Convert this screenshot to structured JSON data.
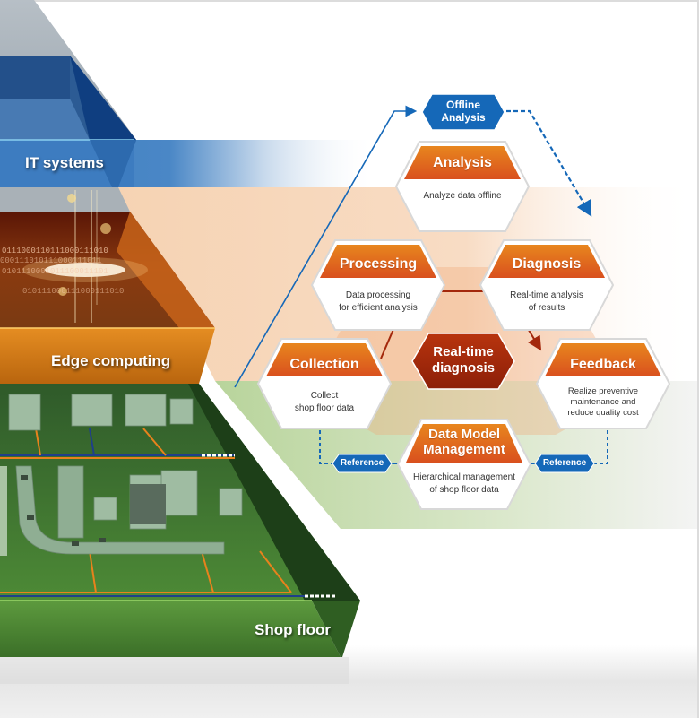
{
  "layers": [
    {
      "id": "it",
      "label": "IT systems",
      "color": "#1f5fa8"
    },
    {
      "id": "edge",
      "label": "Edge computing",
      "color": "#d9770f"
    },
    {
      "id": "shop",
      "label": "Shop floor",
      "color": "#3f7a2a"
    }
  ],
  "offline_badge": {
    "line1": "Offline",
    "line2": "Analysis"
  },
  "hexagons": {
    "analysis": {
      "title": "Analysis",
      "desc_lines": [
        "Analyze data offline"
      ]
    },
    "processing": {
      "title": "Processing",
      "desc_lines": [
        "Data processing",
        "for efficient analysis"
      ]
    },
    "diagnosis": {
      "title": "Diagnosis",
      "desc_lines": [
        "Real-time analysis",
        "of results"
      ]
    },
    "collection": {
      "title": "Collection",
      "desc_lines": [
        "Collect",
        "shop floor data"
      ]
    },
    "feedback": {
      "title": "Feedback",
      "desc_lines": [
        "Realize preventive",
        "maintenance and",
        "reduce quality cost"
      ]
    },
    "data_model": {
      "title_lines": [
        "Data Model",
        "Management"
      ],
      "desc_lines": [
        "Hierarchical management",
        "of shop floor data"
      ]
    }
  },
  "center_badge": {
    "line1": "Real-time",
    "line2": "diagnosis"
  },
  "reference_badges": [
    {
      "label": "Reference"
    },
    {
      "label": "Reference"
    }
  ],
  "colors": {
    "blue_accent": "#1568b8",
    "orange_title": "#e06a1c",
    "dark_red": "#a3280c",
    "peach_band": "#f7d9bd",
    "green_band": "#cfe0b8"
  }
}
